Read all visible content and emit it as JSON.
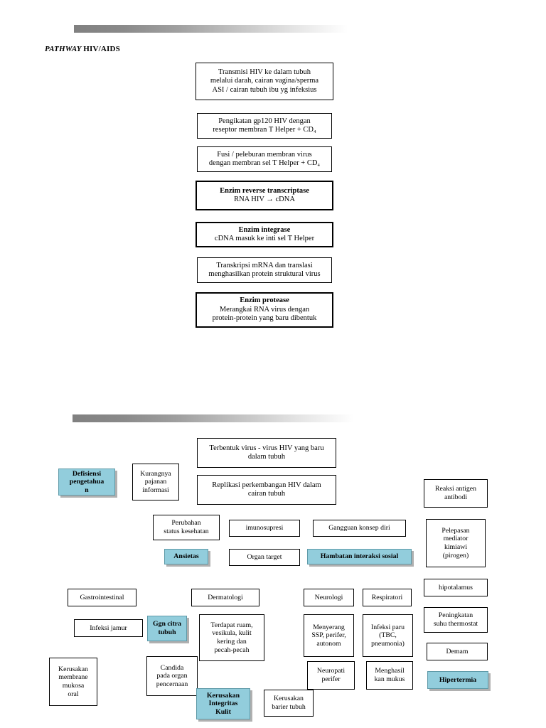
{
  "document": {
    "title_italic": "PATHWAY ",
    "title_bold": "HIV/AIDS",
    "accent_color": "#92cddc",
    "border_color": "#000000",
    "bar_gradient_from": "#808080",
    "bar_gradient_to": "#ffffff"
  },
  "top_flow": [
    {
      "name": "transmisi",
      "lines": [
        "Transmisi HIV ke dalam tubuh",
        "melalui darah, cairan vagina/sperma",
        "ASI / cairan tubuh ibu yg infeksius"
      ]
    },
    {
      "name": "pengikatan",
      "lines": [
        "Pengikatan gp120  HIV dengan",
        "reseptor membran T Helper + CD₄"
      ]
    },
    {
      "name": "fusi",
      "lines": [
        "Fusi / peleburan membran virus",
        "dengan membran sel  T  Helper + CD₄"
      ]
    },
    {
      "name": "reverse-transcriptase",
      "heading": "Enzim reverse transcriptase",
      "lines": [
        "RNA HIV → cDNA"
      ]
    },
    {
      "name": "integrase",
      "heading": "Enzim integrase",
      "lines": [
        "cDNA masuk ke inti sel  T Helper"
      ]
    },
    {
      "name": "transkripsi",
      "lines": [
        "Transkripsi mRNA dan translasi",
        "menghasilkan protein struktural virus"
      ]
    },
    {
      "name": "protease",
      "heading": "Enzim protease",
      "lines": [
        "Merangkai RNA virus dengan",
        "protein-protein yang baru dibentuk"
      ]
    }
  ],
  "lower_flow": {
    "terbentuk_virus": [
      "Terbentuk virus - virus HIV yang baru",
      "dalam tubuh"
    ],
    "replikasi": [
      "Replikasi perkembangan HIV dalam",
      "cairan tubuh"
    ],
    "defisiensi_pengetahuan": [
      "Defisiensi",
      "pengetahua",
      "n"
    ],
    "kurangnya_pajanan": [
      "Kurangnya",
      "pajanan",
      "informasi"
    ],
    "perubahan_status": [
      "Perubahan",
      "status kesehatan"
    ],
    "imunosupresi": [
      "imunosupresi"
    ],
    "gangguan_konsep_diri": [
      "Gangguan konsep diri"
    ],
    "ansietas": [
      "Ansietas"
    ],
    "organ_target": [
      "Organ target"
    ],
    "hambatan_interaksi_sosial": [
      "Hambatan interaksi sosial"
    ],
    "reaksi_antigen_antibodi": [
      "Reaksi antigen",
      "antibodi"
    ],
    "pelepasan_mediator": [
      "Pelepasan",
      "mediator",
      "kimiawi",
      "(pirogen)"
    ],
    "hipotalamus": [
      "hipotalamus"
    ],
    "peningkatan_suhu": [
      "Peningkatan",
      "suhu thermostat"
    ],
    "demam": [
      "Demam"
    ],
    "hipertermia": [
      "Hipertermia"
    ],
    "gastrointestinal": [
      "Gastrointestinal"
    ],
    "dermatologi": [
      "Dermatologi"
    ],
    "neurologi": [
      "Neurologi"
    ],
    "respiratori": [
      "Respiratori"
    ],
    "infeksi_jamur": [
      "Infeksi jamur"
    ],
    "ggn_citra_tubuh": [
      "Ggn citra",
      "tubuh"
    ],
    "terdapat_ruam": [
      "Terdapat ruam,",
      "vesikula, kulit",
      "kering dan",
      "pecah-pecah"
    ],
    "menyerang_ssp": [
      "Menyerang",
      "SSP, perifer,",
      "autonom"
    ],
    "infeksi_paru": [
      "Infeksi paru",
      "(TBC,",
      "pneumonia)"
    ],
    "kerusakan_membrane_mukosa": [
      "Kerusakan",
      "membrane",
      "mukosa",
      "oral"
    ],
    "candida": [
      "Candida",
      "pada organ",
      "pencernaan"
    ],
    "neuropati_perifer": [
      "Neuropati",
      "perifer"
    ],
    "menghasilkan_mukus": [
      "Menghasil",
      "kan mukus"
    ],
    "kerusakan_integritas_kulit": [
      "Kerusakan",
      "Integritas",
      "Kulit"
    ],
    "kerusakan_barier_tubuh": [
      "Kerusakan",
      "barier tubuh"
    ]
  }
}
